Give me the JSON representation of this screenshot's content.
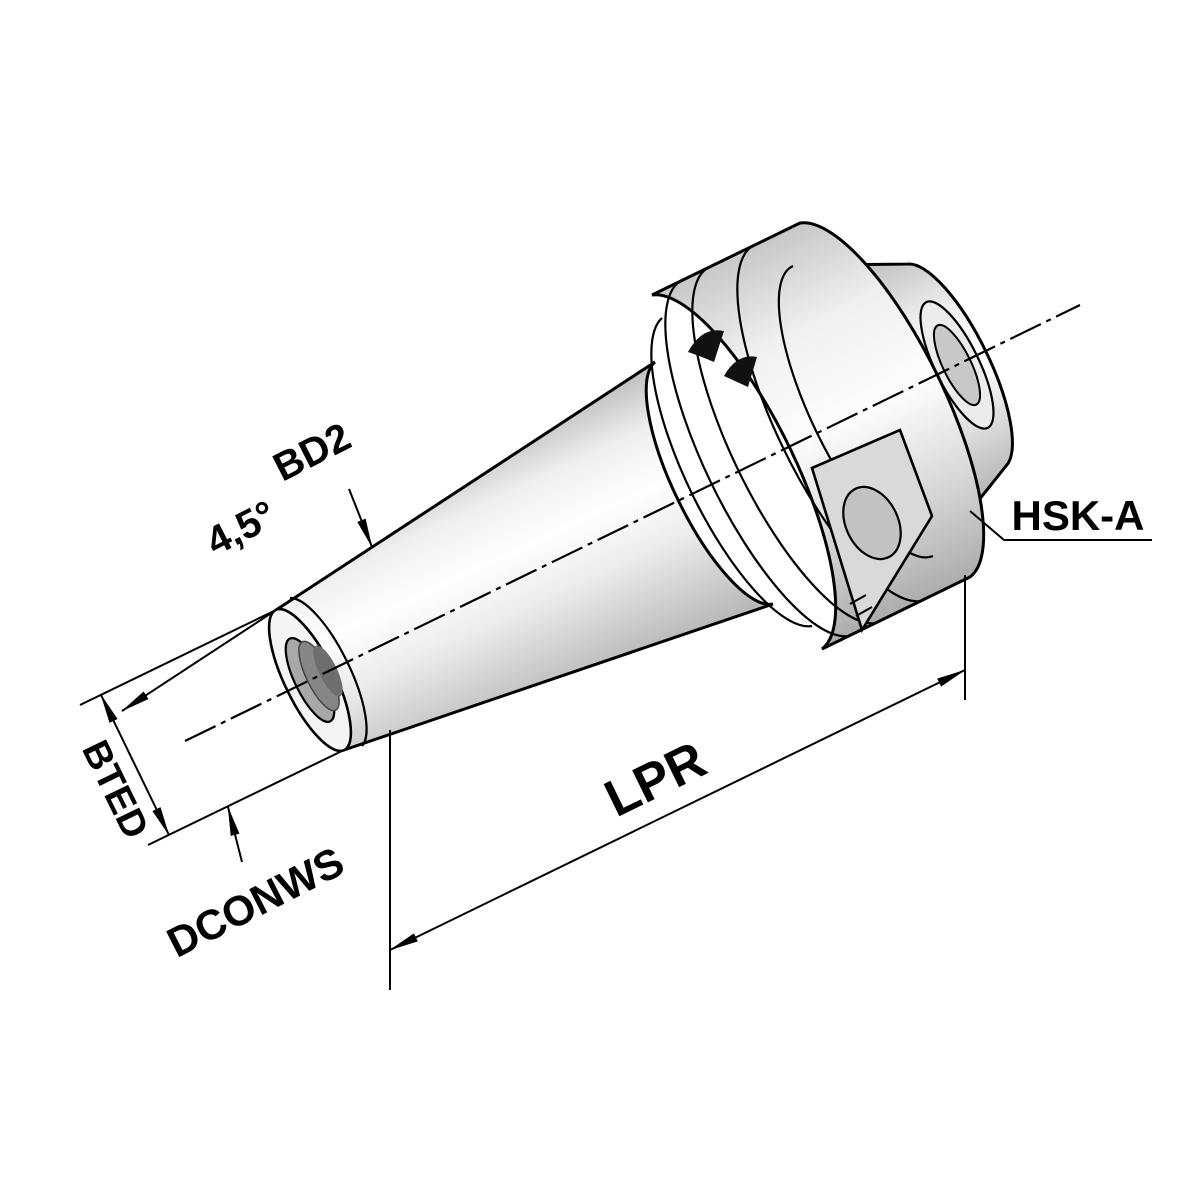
{
  "labels": {
    "taper_angle": "4,5°",
    "bd2": "BD2",
    "bted": "BTED",
    "dconws": "DCONWS",
    "lpr": "LPR",
    "hsk": "HSK-A"
  },
  "colors": {
    "background": "#ffffff",
    "line": "#000000",
    "metal_highlight": "#ffffff",
    "metal_mid": "#d9d9d9",
    "metal_shadow": "#b0b0b0",
    "slot_fill": "#d9d9d9",
    "bore_fill": "#8a8a8a"
  }
}
